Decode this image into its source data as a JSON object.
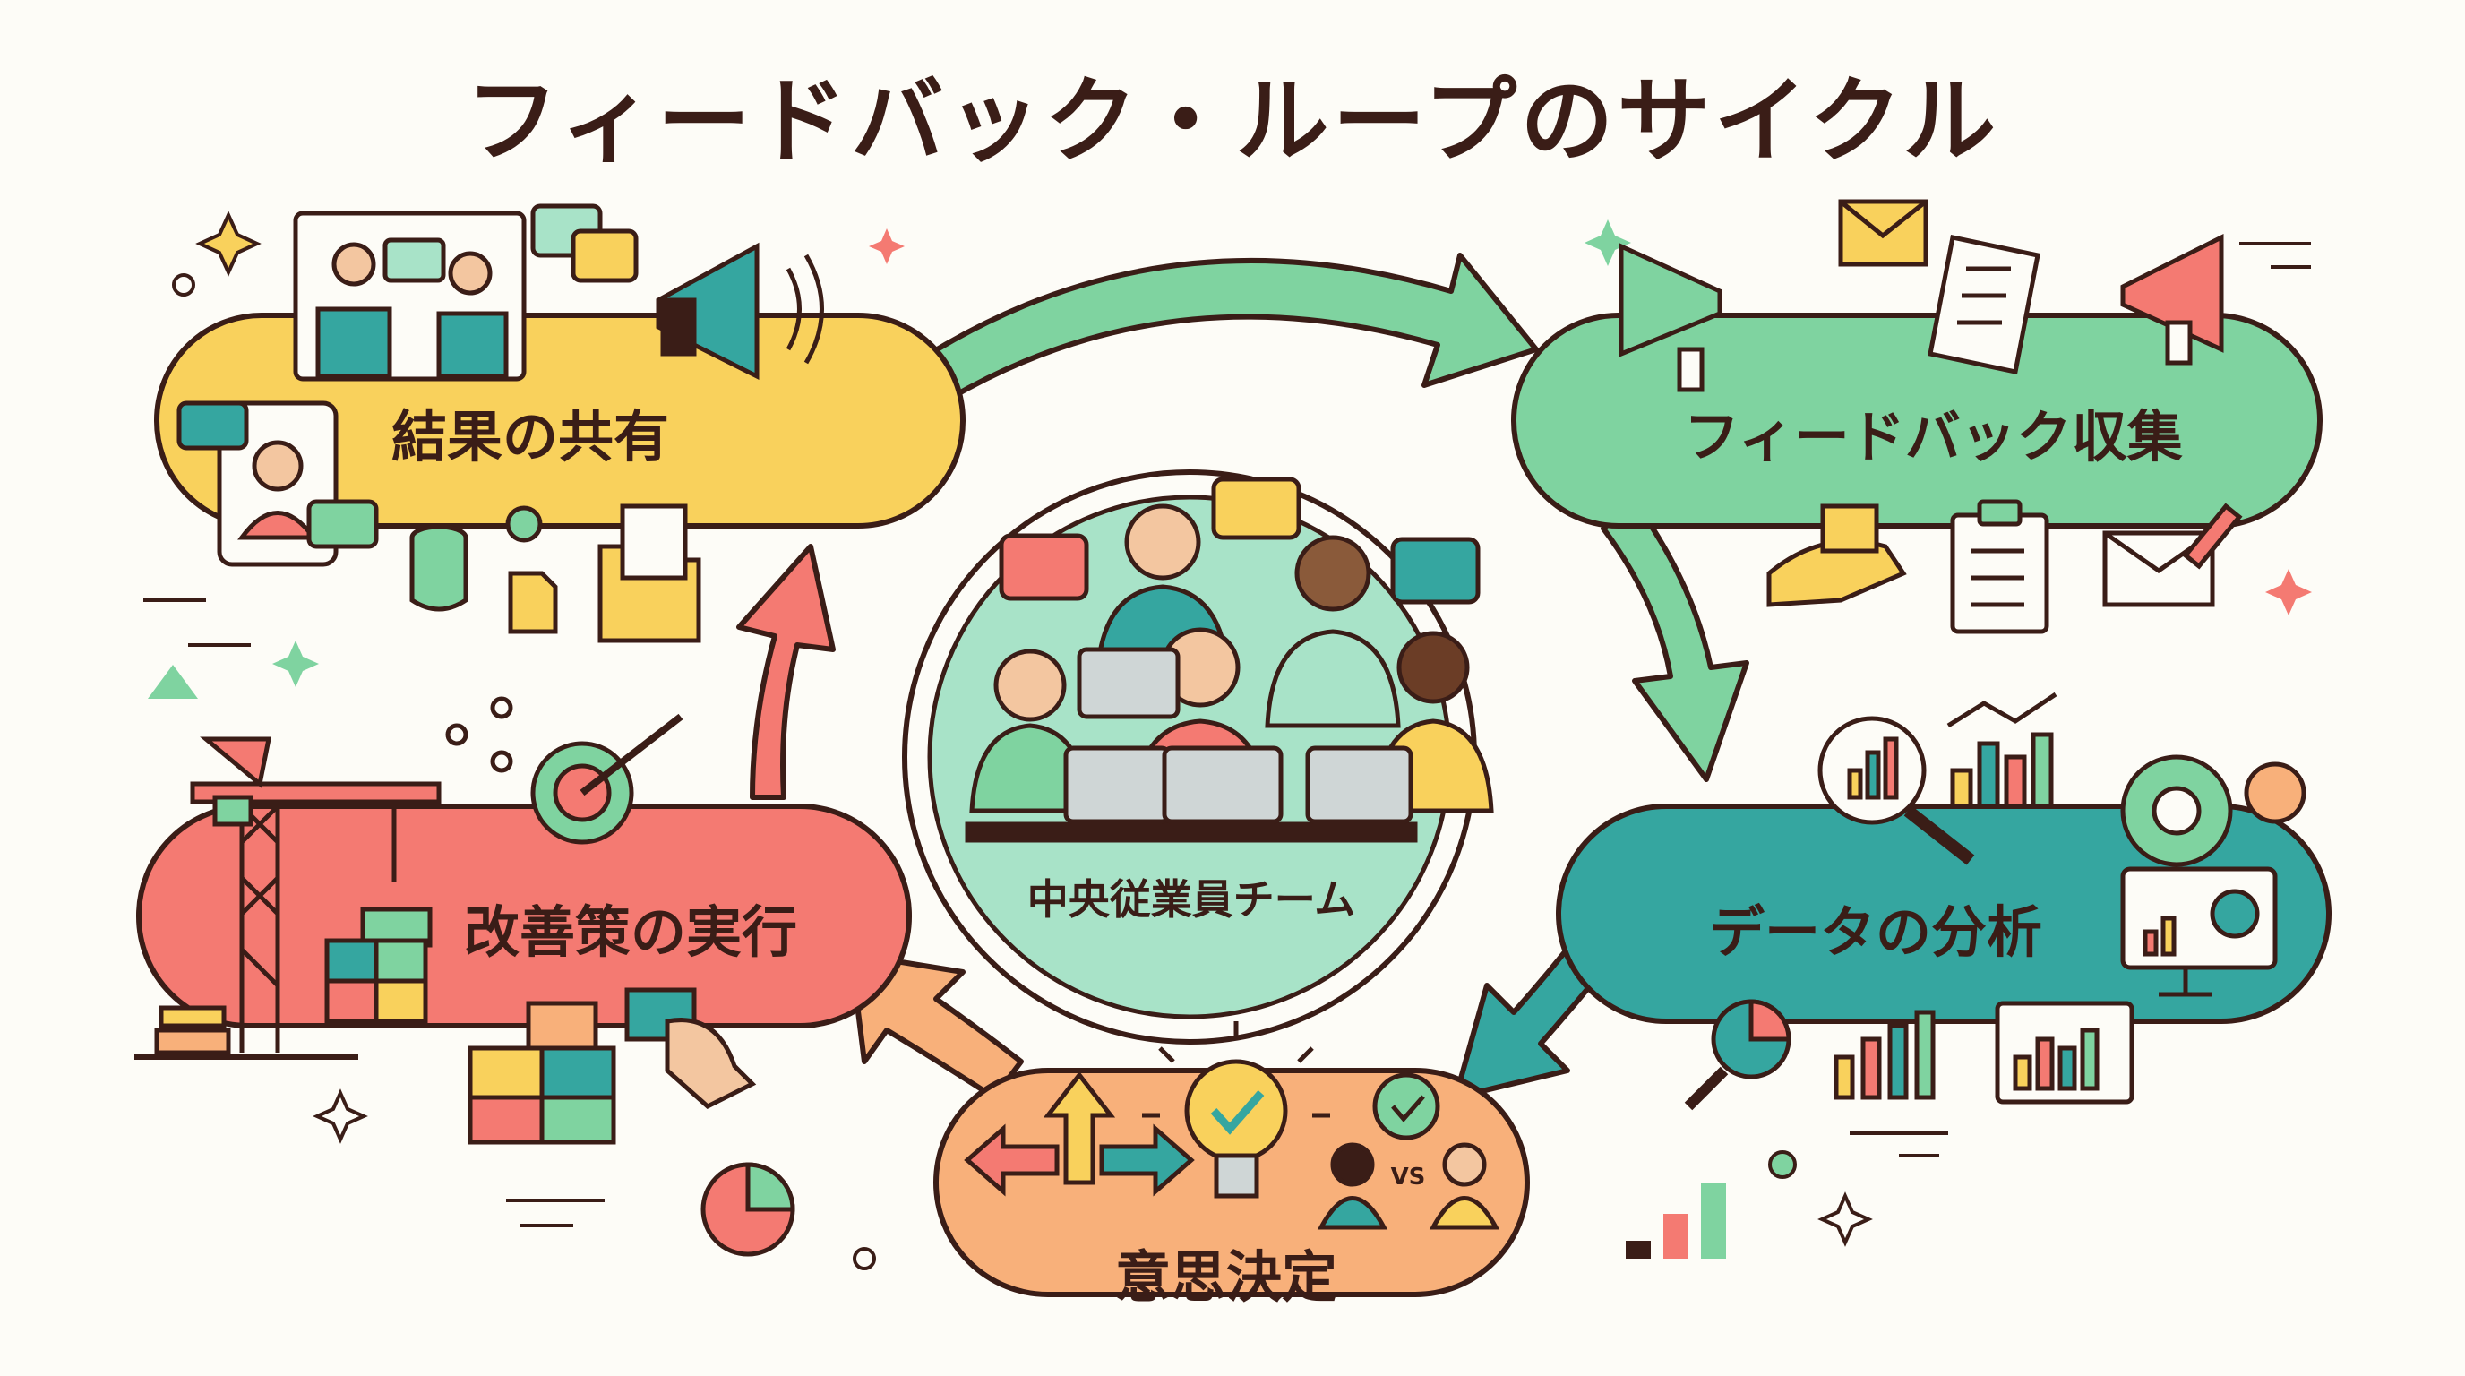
{
  "title": "フィードバック・ループのサイクル",
  "center": {
    "label": "中央従業員チーム"
  },
  "stages": [
    {
      "id": "collection",
      "label": "フィードバック収集",
      "color": "#7fd3a0"
    },
    {
      "id": "analysis",
      "label": "データの分析",
      "color": "#35a6a0"
    },
    {
      "id": "decision",
      "label": "意思決定",
      "color": "#f8b07a"
    },
    {
      "id": "implement",
      "label": "改善策の実行",
      "color": "#f47a72"
    },
    {
      "id": "share",
      "label": "結果の共有",
      "color": "#f9d15c"
    }
  ],
  "colors": {
    "outline": "#3a1d17",
    "background": "#fdfcf7",
    "center_fill": "#a8e3c8"
  },
  "icons": [
    "megaphone-icon",
    "envelope-icon",
    "clipboard-checklist-icon",
    "hand-icon",
    "magnifier-chart-icon",
    "bar-chart-icon",
    "gear-icon",
    "monitor-dashboard-icon",
    "pie-chart-icon",
    "lightbulb-icon",
    "direction-arrows-icon",
    "person-vs-person-icon",
    "crane-icon",
    "target-gear-icon",
    "building-blocks-icon",
    "video-call-icon",
    "chat-bubble-icon",
    "database-icon",
    "folder-icon",
    "team-laptops-icon"
  ],
  "decision_vs": "VS"
}
